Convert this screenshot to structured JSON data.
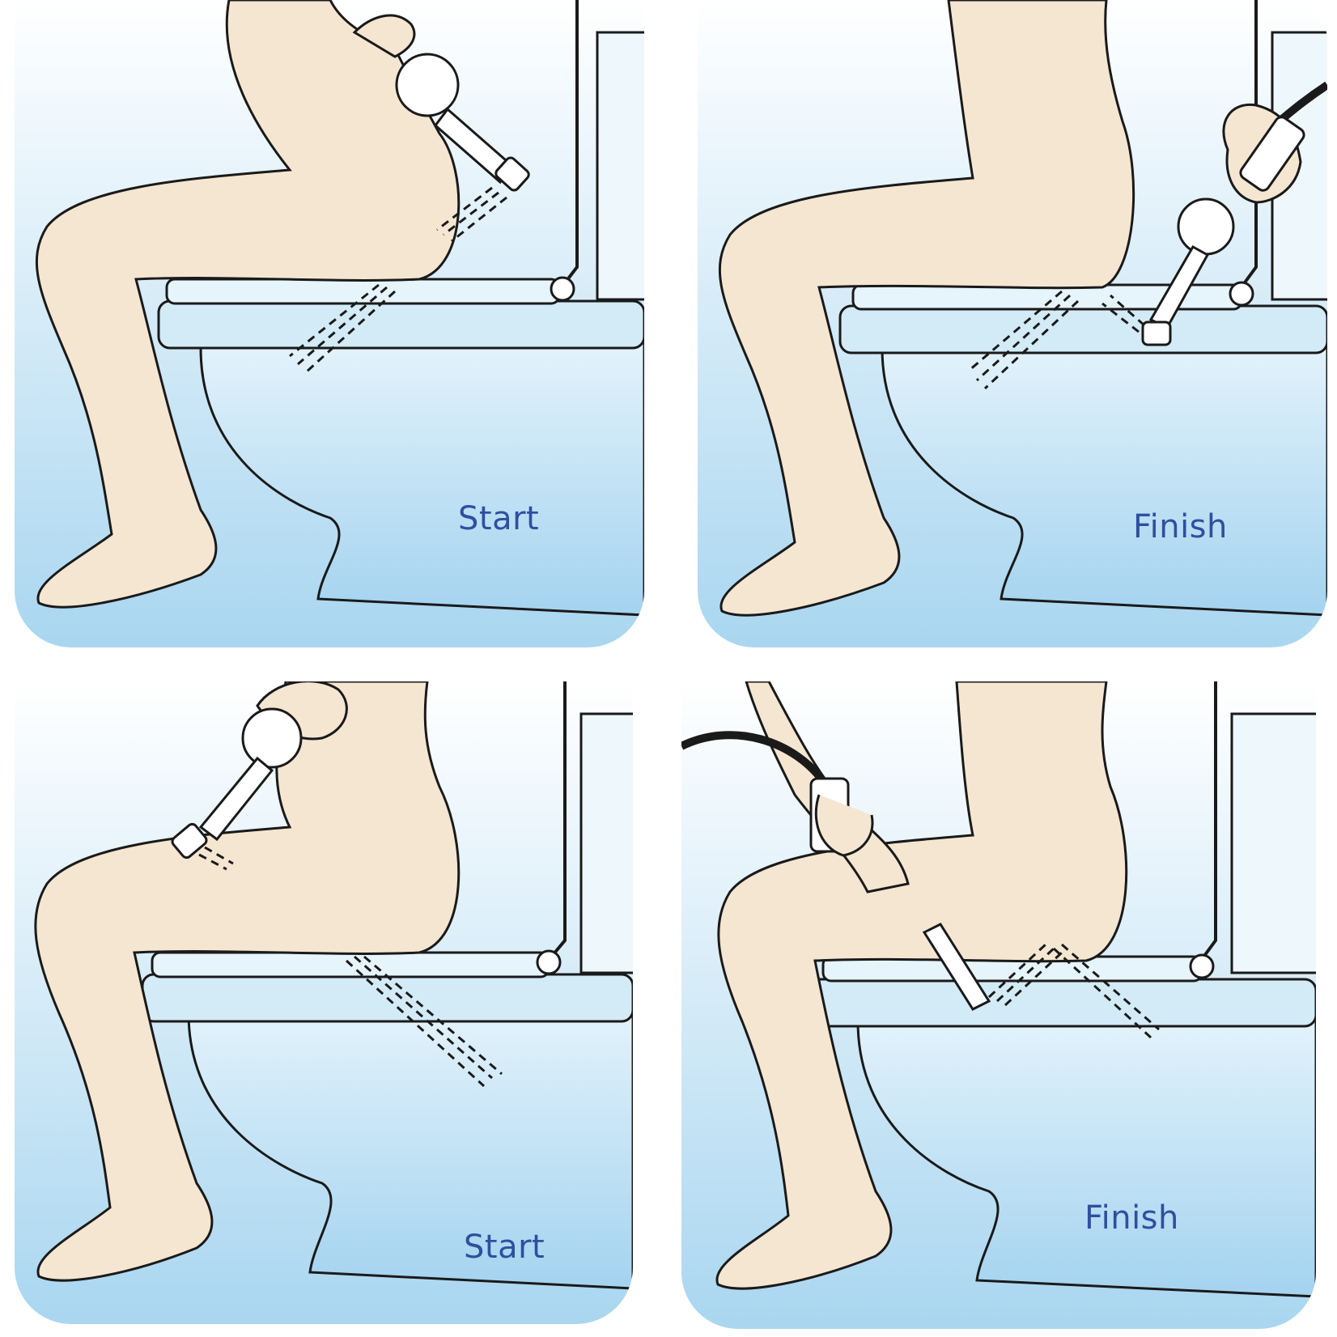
{
  "panels": [
    {
      "label": "Start"
    },
    {
      "label": "Finish"
    },
    {
      "label": "Start"
    },
    {
      "label": "Finish"
    }
  ],
  "colors": {
    "background_top": "#ffffff",
    "background_bottom": "#a9d6f0",
    "skin": "#f5e6d2",
    "outline": "#1a1a1a",
    "label": "#2f4f9e"
  }
}
